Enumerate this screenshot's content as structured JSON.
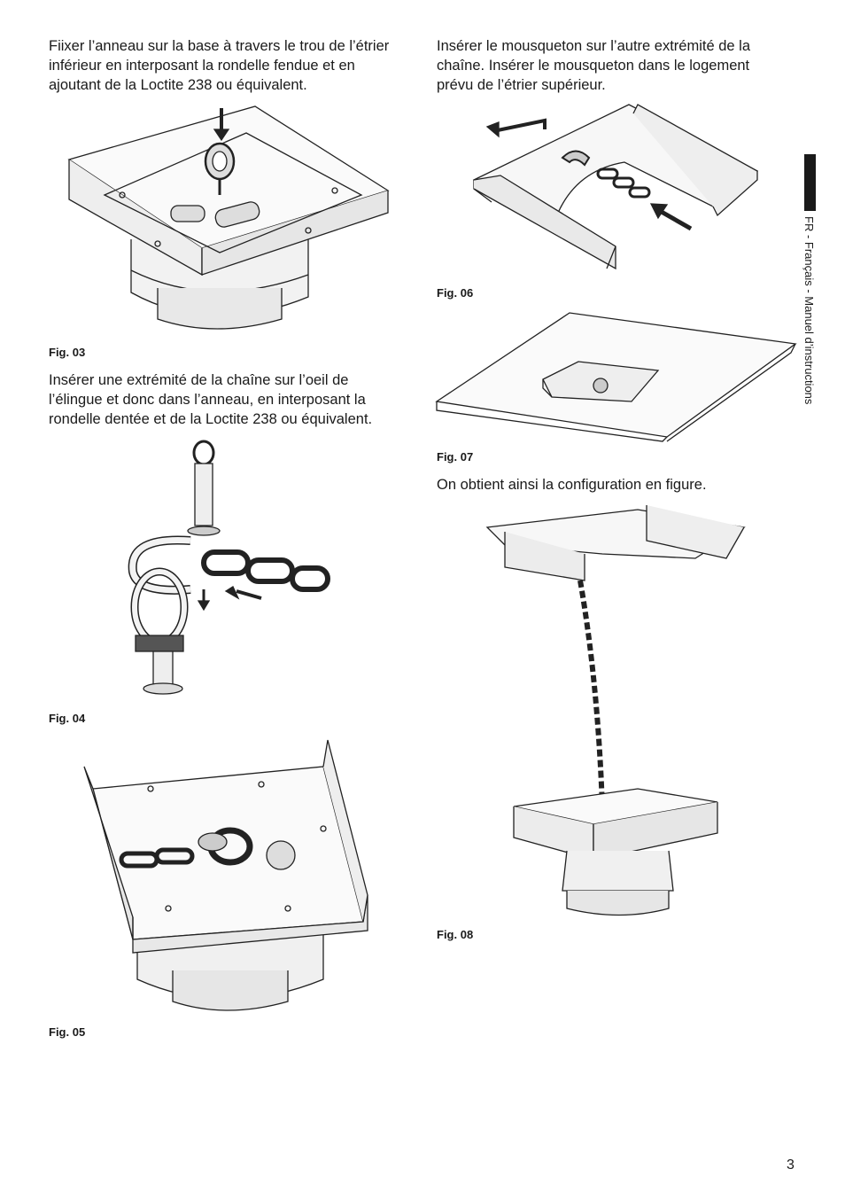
{
  "left": {
    "para1": "Fiixer l’anneau sur la base à travers le trou de l’étrier inférieur en interposant la rondelle fendue et en ajoutant de la Loctite 238 ou équivalent.",
    "fig03": "Fig. 03",
    "para2": "Insérer une extrémité de la chaîne sur l’oeil de l’élingue et donc dans l’anneau, en interposant la rondelle dentée et de la Loctite 238 ou équivalent.",
    "fig04": "Fig. 04",
    "fig05": "Fig. 05"
  },
  "right": {
    "para1": "Insérer le mousqueton sur l’autre extrémité de la chaîne. Insérer le mousqueton dans le logement prévu de l’étrier supérieur.",
    "fig06": "Fig. 06",
    "fig07": "Fig. 07",
    "para2": "On obtient ainsi la configuration en figure.",
    "fig08": "Fig. 08"
  },
  "sidebar": {
    "section_label": "FR - Français - Manuel d’instructions"
  },
  "footer": {
    "page_number": "3"
  }
}
